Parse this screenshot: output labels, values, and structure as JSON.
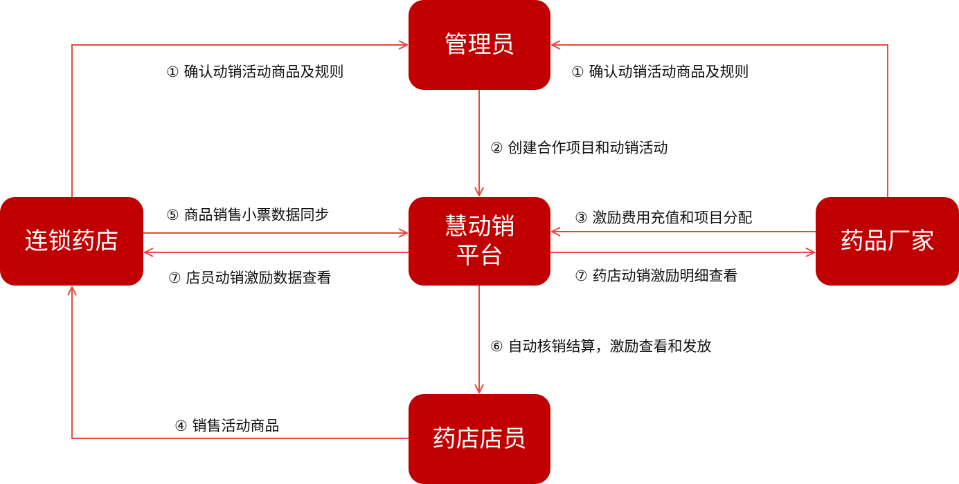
{
  "nodes": {
    "admin": "管理员",
    "platform_line1": "慧动销",
    "platform_line2": "平台",
    "staff": "药店店员",
    "chain": "连锁药店",
    "maker": "药品厂家"
  },
  "edges": {
    "chain_to_admin": "① 确认动销活动商品及规则",
    "maker_to_admin": "① 确认动销活动商品及规则",
    "admin_to_platform": "② 创建合作项目和动销活动",
    "maker_to_platform": "③ 激励费用充值和项目分配",
    "staff_to_chain": "④ 销售活动商品",
    "chain_to_platform": "⑤ 商品销售小票数据同步",
    "platform_to_staff": "⑥ 自动核销结算，激励查看和发放",
    "platform_to_chain": "⑦ 店员动销激励数据查看",
    "platform_to_maker": "⑦ 药店动销激励明细查看"
  },
  "colors": {
    "box": "#C00000",
    "line": "#E8473C"
  }
}
